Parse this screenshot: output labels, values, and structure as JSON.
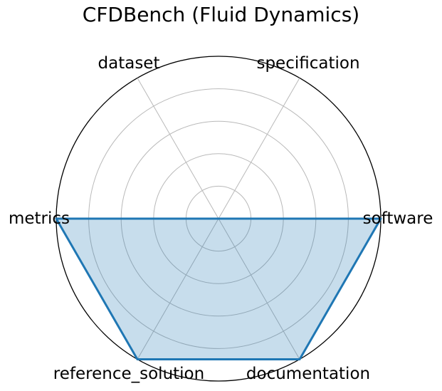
{
  "chart_data": {
    "type": "radar",
    "title": "CFDBench (Fluid Dynamics)",
    "categories": [
      "software",
      "specification",
      "dataset",
      "metrics",
      "reference_solution",
      "documentation"
    ],
    "values": [
      1,
      0,
      0,
      1,
      1,
      1
    ],
    "rmax": 1,
    "rings": 5,
    "start_angle_deg": 0,
    "direction": "counterclockwise",
    "legend": null,
    "radial_tick_labels": [],
    "colors": {
      "series_line": "#1f77b4",
      "series_fill": "#1f77b4",
      "series_fill_opacity": 0.25,
      "grid": "#b9b9b9",
      "outline": "#000000",
      "text": "#000000",
      "background": "#ffffff"
    }
  }
}
